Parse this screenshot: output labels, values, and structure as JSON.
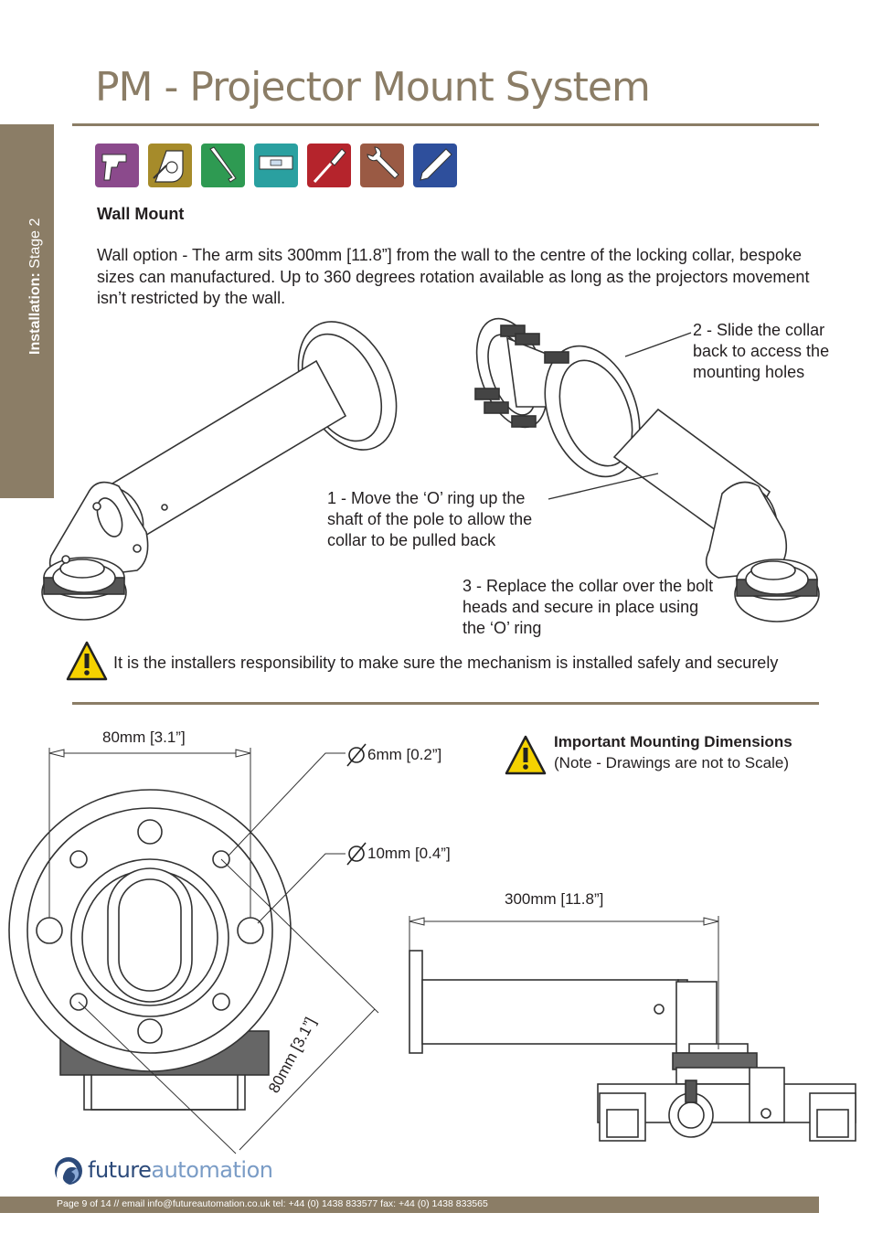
{
  "header": {
    "title": "PM - Projector Mount System"
  },
  "sidebar": {
    "label_bold": "Installation:",
    "label_rest": " Stage 2"
  },
  "tools": [
    {
      "icon": "drill-icon",
      "color": "#8b4a8c"
    },
    {
      "icon": "tape-measure-icon",
      "color": "#a68b2a"
    },
    {
      "icon": "allen-key-icon",
      "color": "#2e9a52"
    },
    {
      "icon": "spirit-level-icon",
      "color": "#2aa0a0"
    },
    {
      "icon": "screwdriver-icon",
      "color": "#b5242c"
    },
    {
      "icon": "spanner-icon",
      "color": "#9a5a44"
    },
    {
      "icon": "pencil-icon",
      "color": "#2e4f9c"
    }
  ],
  "section": {
    "heading": "Wall Mount",
    "description": "Wall option - The arm sits 300mm [11.8”] from the wall to the centre of the locking collar, bespoke sizes can manufactured. Up to 360 degrees rotation available as long as the projectors movement isn’t restricted by the wall."
  },
  "steps": {
    "step1": "1 - Move the ‘O’ ring up the shaft of the pole to allow the collar to be pulled back",
    "step2": "2 - Slide the collar back to access the mounting holes",
    "step3": "3 - Replace the collar over the bolt heads and secure in place using the ‘O’ ring"
  },
  "warning": {
    "text": "It is the installers responsibility to make sure the mechanism is installed safely and securely"
  },
  "dimensions": {
    "heading": "Important Mounting Dimensions",
    "note": "(Note - Drawings are not to Scale)",
    "width_top": "80mm [3.1”]",
    "hole_small": "6mm [0.2”]",
    "hole_large": "10mm [0.4”]",
    "diagonal": "80mm [3.1”]",
    "arm_length": "300mm [11.8”]"
  },
  "logo": {
    "part1": "future",
    "part2": "automation"
  },
  "footer": {
    "text": "Page 9 of 14 // email info@futureautomation.co.uk  tel: +44 (0) 1438 833577  fax: +44 (0) 1438 833565"
  }
}
